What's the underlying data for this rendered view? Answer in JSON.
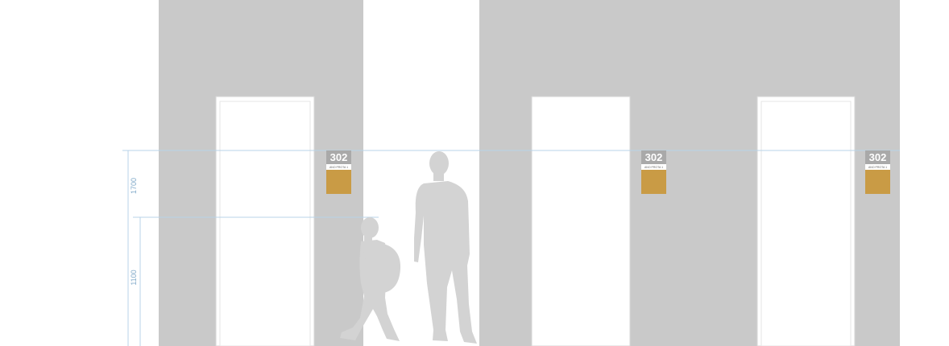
{
  "colors": {
    "wall": "#c9c9c9",
    "door": "#ffffff",
    "door_frame": "#d6d6d6",
    "silhouette": "#d3d3d3",
    "dimension_line": "#b8d3e8",
    "dimension_text": "#7ea8c8",
    "sign_header": "#a9a9a9",
    "sign_board": "#c99b45"
  },
  "dimensions": {
    "upper": "1700",
    "lower": "1100"
  },
  "signs": [
    {
      "number": "302",
      "subtitle": "ANO PROTA 1"
    },
    {
      "number": "302",
      "subtitle": "ANO PROTA 1"
    },
    {
      "number": "302",
      "subtitle": "ANO PROTA 1"
    }
  ],
  "figures": [
    "child-silhouette",
    "adult-silhouette"
  ]
}
